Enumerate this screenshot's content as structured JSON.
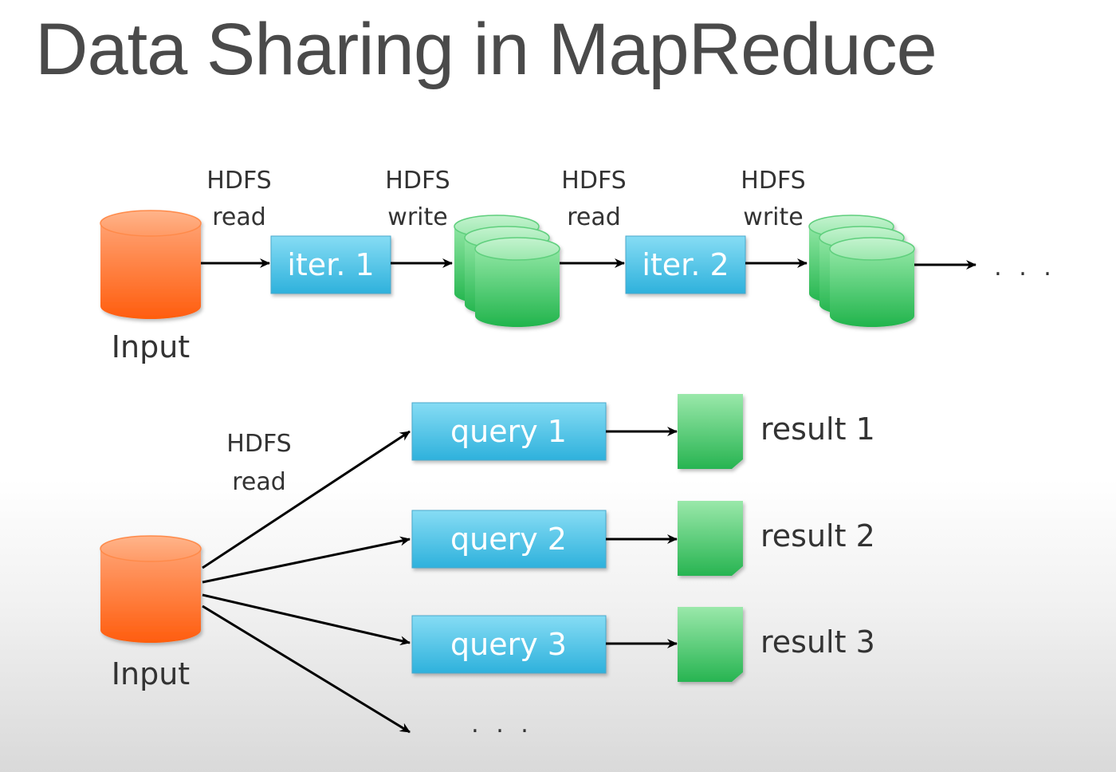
{
  "title": "Data Sharing in MapReduce",
  "colors": {
    "input_cylinder": "#ff6a1c",
    "storage_cylinder": "#2fc25a",
    "process_box": "#3fbde2",
    "result_doc": "#36c15c",
    "title_text": "#4a4a4a"
  },
  "iterative": {
    "input_label": "Input",
    "steps": [
      {
        "label_line1": "HDFS",
        "label_line2": "read"
      },
      {
        "label_line1": "HDFS",
        "label_line2": "write"
      },
      {
        "label_line1": "HDFS",
        "label_line2": "read"
      },
      {
        "label_line1": "HDFS",
        "label_line2": "write"
      }
    ],
    "iterations": [
      "iter. 1",
      "iter. 2"
    ],
    "continuation": ". . ."
  },
  "interactive": {
    "input_label": "Input",
    "read_label_line1": "HDFS",
    "read_label_line2": "read",
    "queries": [
      "query 1",
      "query 2",
      "query 3"
    ],
    "results": [
      "result 1",
      "result 2",
      "result 3"
    ],
    "continuation": ". . ."
  }
}
